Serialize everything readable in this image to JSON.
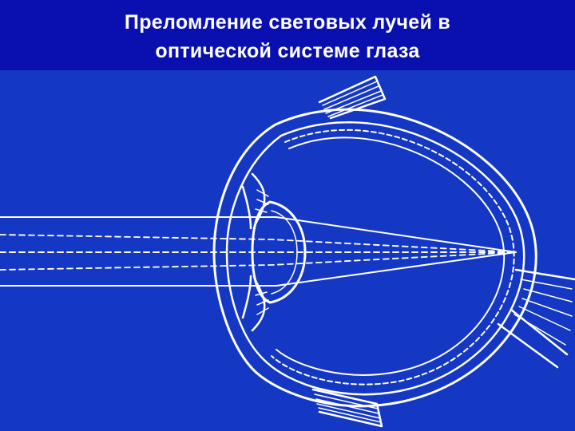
{
  "slide": {
    "title_line1": "Преломление световых лучей в",
    "title_line2": "оптической системе глаза"
  },
  "colors": {
    "title_background": "#0a10b0",
    "figure_background": "#1438c4",
    "line": "#ffffff",
    "title_text": "#ffffff"
  },
  "diagram": {
    "subject": "eye-cross-section",
    "rays": [
      "upper-ray",
      "axial-ray",
      "lower-ray"
    ],
    "ray_styles": [
      "solid",
      "dashed",
      "solid"
    ],
    "convergence": "retina"
  }
}
